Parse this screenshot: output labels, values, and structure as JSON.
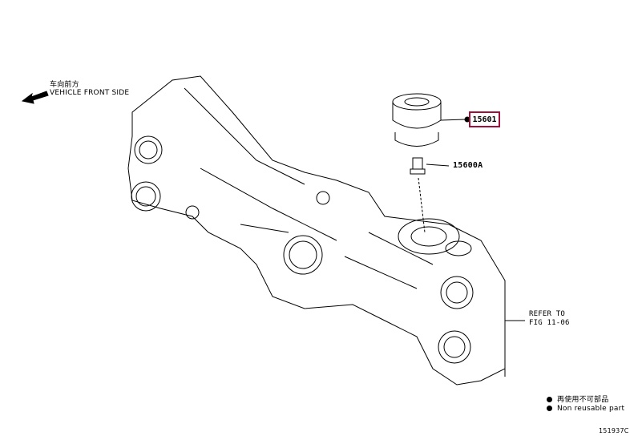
{
  "direction": {
    "label_cn": "车向前方",
    "label_en": "VEHICLE FRONT SIDE"
  },
  "parts": [
    {
      "number": "15601",
      "highlighted": true,
      "highlight_color": "#a0103a"
    },
    {
      "number": "15600A",
      "highlighted": false
    }
  ],
  "refer": {
    "line1": "REFER TO",
    "line2": "FIG 11-06"
  },
  "legend": {
    "cn": "再使用不可部品",
    "en": "Non reusable part"
  },
  "figure_code": "151937C"
}
